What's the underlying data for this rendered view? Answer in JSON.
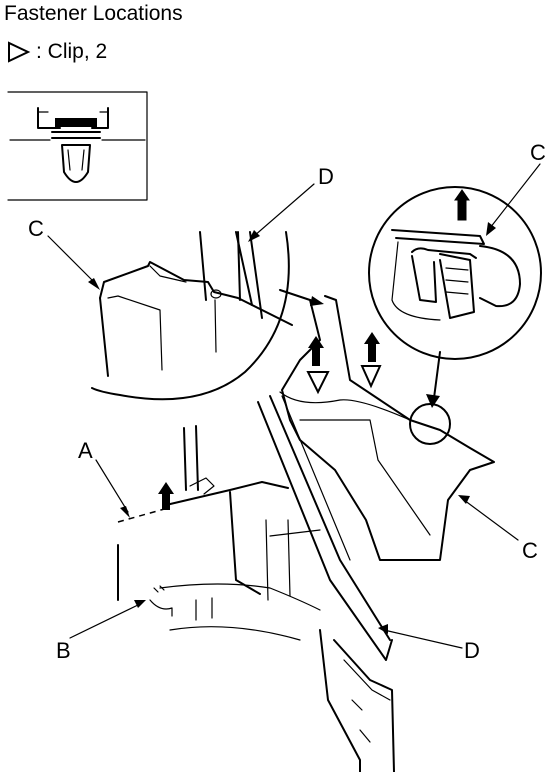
{
  "header": {
    "title": "Fastener Locations",
    "legend_text": ": Clip, 2"
  },
  "callouts": {
    "a": "A",
    "b": "B",
    "c_top_left": "C",
    "c_top_right": "C",
    "c_right": "C",
    "d_top": "D",
    "d_bottom": "D"
  }
}
